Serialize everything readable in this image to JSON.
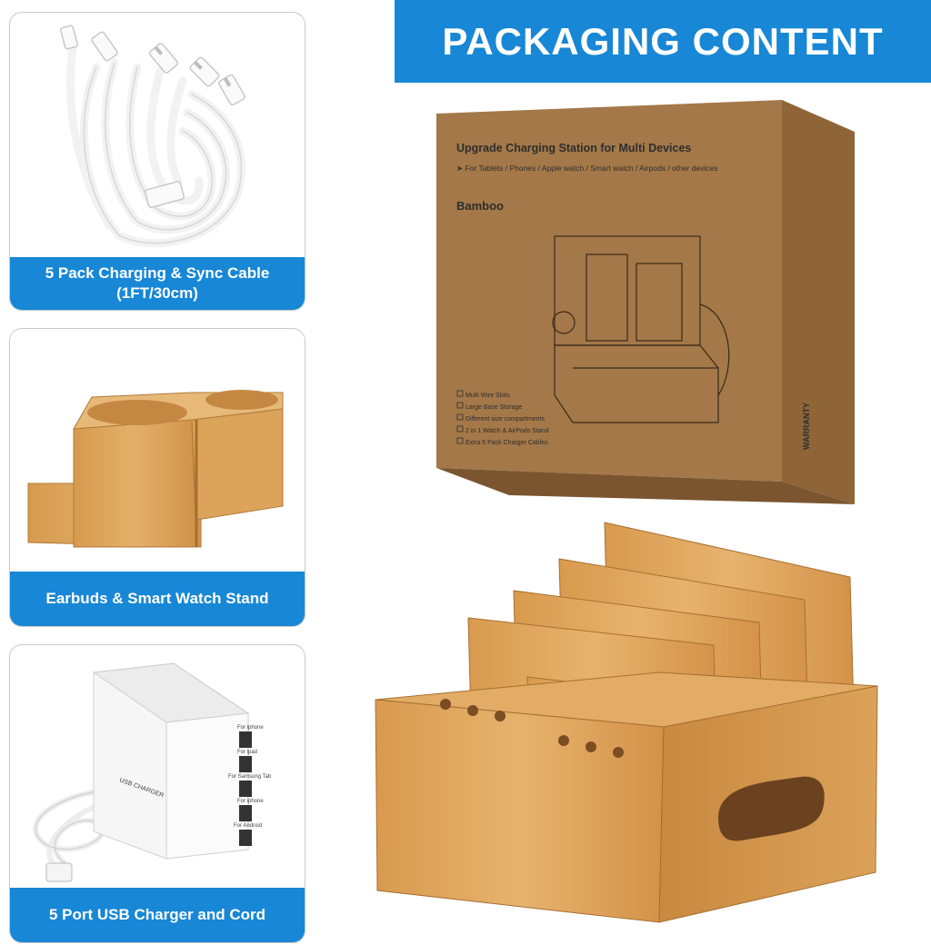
{
  "banner": {
    "title": "PACKAGING CONTENT"
  },
  "cards": [
    {
      "caption_line1": "5 Pack Charging & Sync Cable",
      "caption_line2": "(1FT/30cm)"
    },
    {
      "caption": "Earbuds & Smart Watch Stand"
    },
    {
      "caption": "5 Port USB Charger and Cord"
    }
  ],
  "box": {
    "headline": "Upgrade Charging Station for Multi Devices",
    "subline": "➤ For Tablets / Phones / Apple watch / Smart watch / Airpods / other devices",
    "material": "Bamboo",
    "features": [
      "Multi Wire Slots",
      "Large Base Storage",
      "Different size compartments",
      "2 in 1 Watch & AirPods Stand",
      "Extra 5 Pack Charger Cables"
    ],
    "side_title": "WARRANTY"
  },
  "charger": {
    "label": "USB CHARGER",
    "ports": [
      "For iphone",
      "For ipad",
      "For Samsung Tab",
      "For iphone",
      "For Android"
    ]
  },
  "colors": {
    "accent": "#1787d6",
    "bamboo": "#d9a65a",
    "cardboard": "#a57a4c"
  }
}
